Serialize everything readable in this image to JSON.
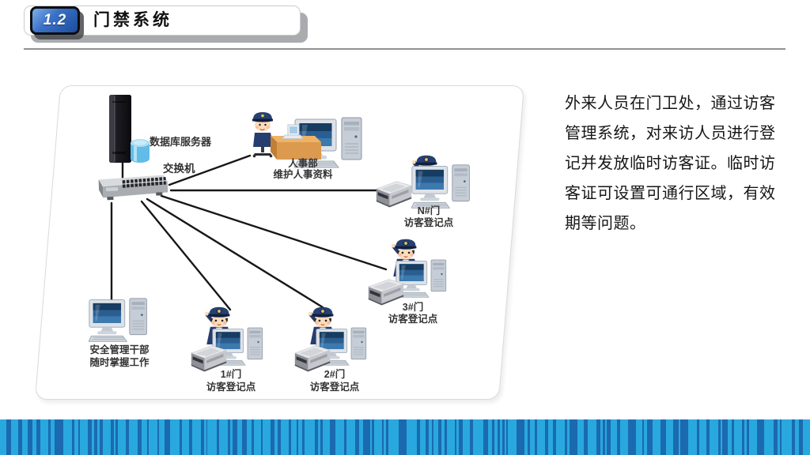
{
  "slide": {
    "badge": "1.2",
    "title": "门禁系统"
  },
  "description": {
    "lines": [
      "外来人员在门卫处，通过访客",
      "管理系统，对来访人员进行登",
      "记并发放临时访客证。临时访",
      "客证可设置可通行区域，有效",
      "期等问题。"
    ],
    "full_text": "外来人员在门卫处，通过访客管理系统，对来访人员进行登记并发放临时访客证。临时访客证可设置可通行区域，有效期等问题。"
  },
  "diagram": {
    "nodes": {
      "database_server": {
        "icon": "server-tower-icon",
        "label": "数据库服务器"
      },
      "database": {
        "icon": "database-cylinder-icon"
      },
      "switch": {
        "icon": "network-switch-icon",
        "label": "交换机"
      },
      "hr": {
        "icon": "officer-at-desk-icon",
        "line1": "人事部",
        "line2": "维护人事资料"
      },
      "gate_n": {
        "icon": "visitor-registration-station-icon",
        "line1": "N#门",
        "line2": "访客登记点"
      },
      "gate_3": {
        "icon": "visitor-registration-station-icon",
        "line1": "3#门",
        "line2": "访客登记点"
      },
      "gate_1": {
        "icon": "visitor-registration-station-icon",
        "line1": "1#门",
        "line2": "访客登记点"
      },
      "gate_2": {
        "icon": "visitor-registration-station-icon",
        "line1": "2#门",
        "line2": "访客登记点"
      },
      "security": {
        "icon": "security-workstation-icon",
        "line1": "安全管理干部",
        "line2": "随时掌握工作"
      }
    }
  },
  "colors": {
    "banner_light": "#29a8df",
    "banner_dark": "#1b6ab0",
    "badge_top": "#7fb0e8",
    "badge_bottom": "#1c4c9c"
  }
}
